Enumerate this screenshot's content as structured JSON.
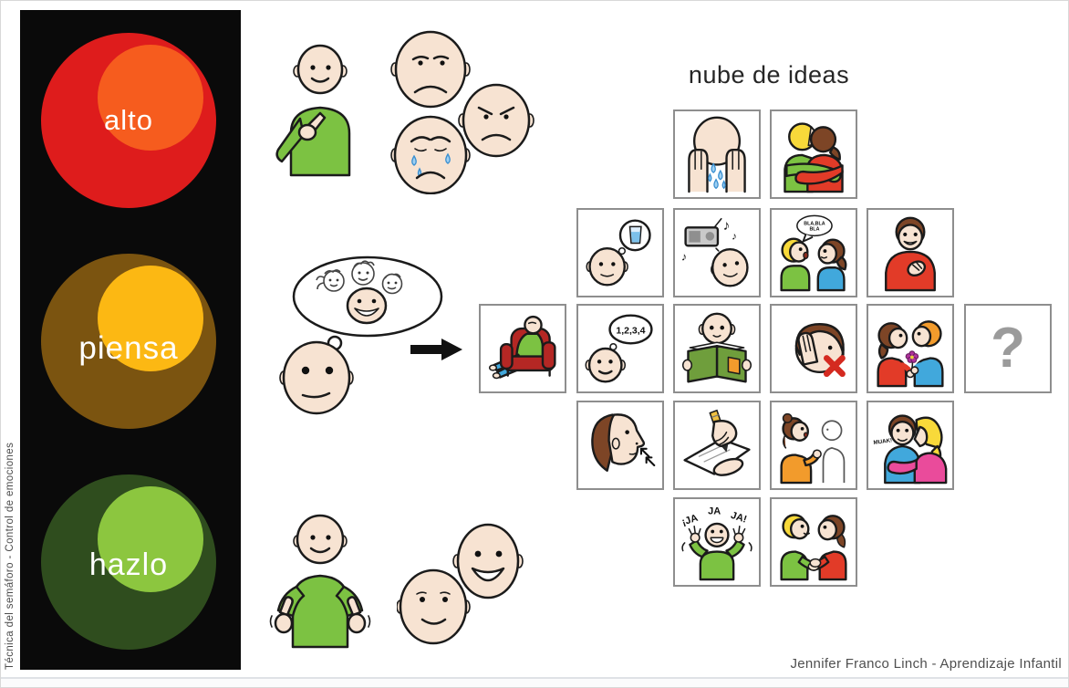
{
  "poster": {
    "side_label": "Técnica del semáforo - Control de emociones",
    "credit": "Jennifer Franco Linch - Aprendizaje Infantil"
  },
  "traffic_light": {
    "lights": [
      {
        "label": "alto",
        "outer_color": "#de1c1c",
        "inner_color": "#f65c1e"
      },
      {
        "label": "piensa",
        "outer_color": "#7b5410",
        "inner_color": "#fcb813"
      },
      {
        "label": "hazlo",
        "outer_color": "#2f4d1e",
        "inner_color": "#8cc63f"
      }
    ]
  },
  "flow": {
    "step1_icon": "person-pointing-to-self-and-sad-angry-crying-faces",
    "step2_icon": "head-with-thought-bubble-of-people",
    "arrow_icon": "right-arrow",
    "step3_icon": "person-thumbs-up-and-happy-faces"
  },
  "idea_cloud": {
    "title": "nube de ideas",
    "texts": {
      "blabla_line1": "BLA,BLA",
      "blabla_line2": "BLA",
      "count": "1,2,3,4",
      "kiss": "MUAK!",
      "laugh": [
        "¡JA",
        "JA",
        "JA!"
      ],
      "question": "?",
      "music_note": "♪"
    },
    "cards": [
      {
        "icon": "crying-icon",
        "meaning": "llorar"
      },
      {
        "icon": "hug-icon",
        "meaning": "abrazar"
      },
      {
        "icon": "drink-water-icon",
        "meaning": "beber agua"
      },
      {
        "icon": "listen-music-icon",
        "meaning": "escuchar música"
      },
      {
        "icon": "talking-icon",
        "meaning": "hablar"
      },
      {
        "icon": "hand-on-chest-icon",
        "meaning": "tranquilizarse"
      },
      {
        "icon": "rest-armchair-icon",
        "meaning": "descansar"
      },
      {
        "icon": "counting-icon",
        "meaning": "contar"
      },
      {
        "icon": "reading-icon",
        "meaning": "leer"
      },
      {
        "icon": "not-listen-icon",
        "meaning": "no escuchar"
      },
      {
        "icon": "give-flower-icon",
        "meaning": "regalar una flor"
      },
      {
        "icon": "question-mark-icon",
        "meaning": "otra idea"
      },
      {
        "icon": "breathe-icon",
        "meaning": "respirar"
      },
      {
        "icon": "writing-icon",
        "meaning": "escribir"
      },
      {
        "icon": "ask-help-icon",
        "meaning": "pedir ayuda"
      },
      {
        "icon": "kiss-icon",
        "meaning": "dar un beso"
      },
      {
        "icon": "laughing-icon",
        "meaning": "reír"
      },
      {
        "icon": "handshake-icon",
        "meaning": "dar la mano"
      }
    ]
  }
}
